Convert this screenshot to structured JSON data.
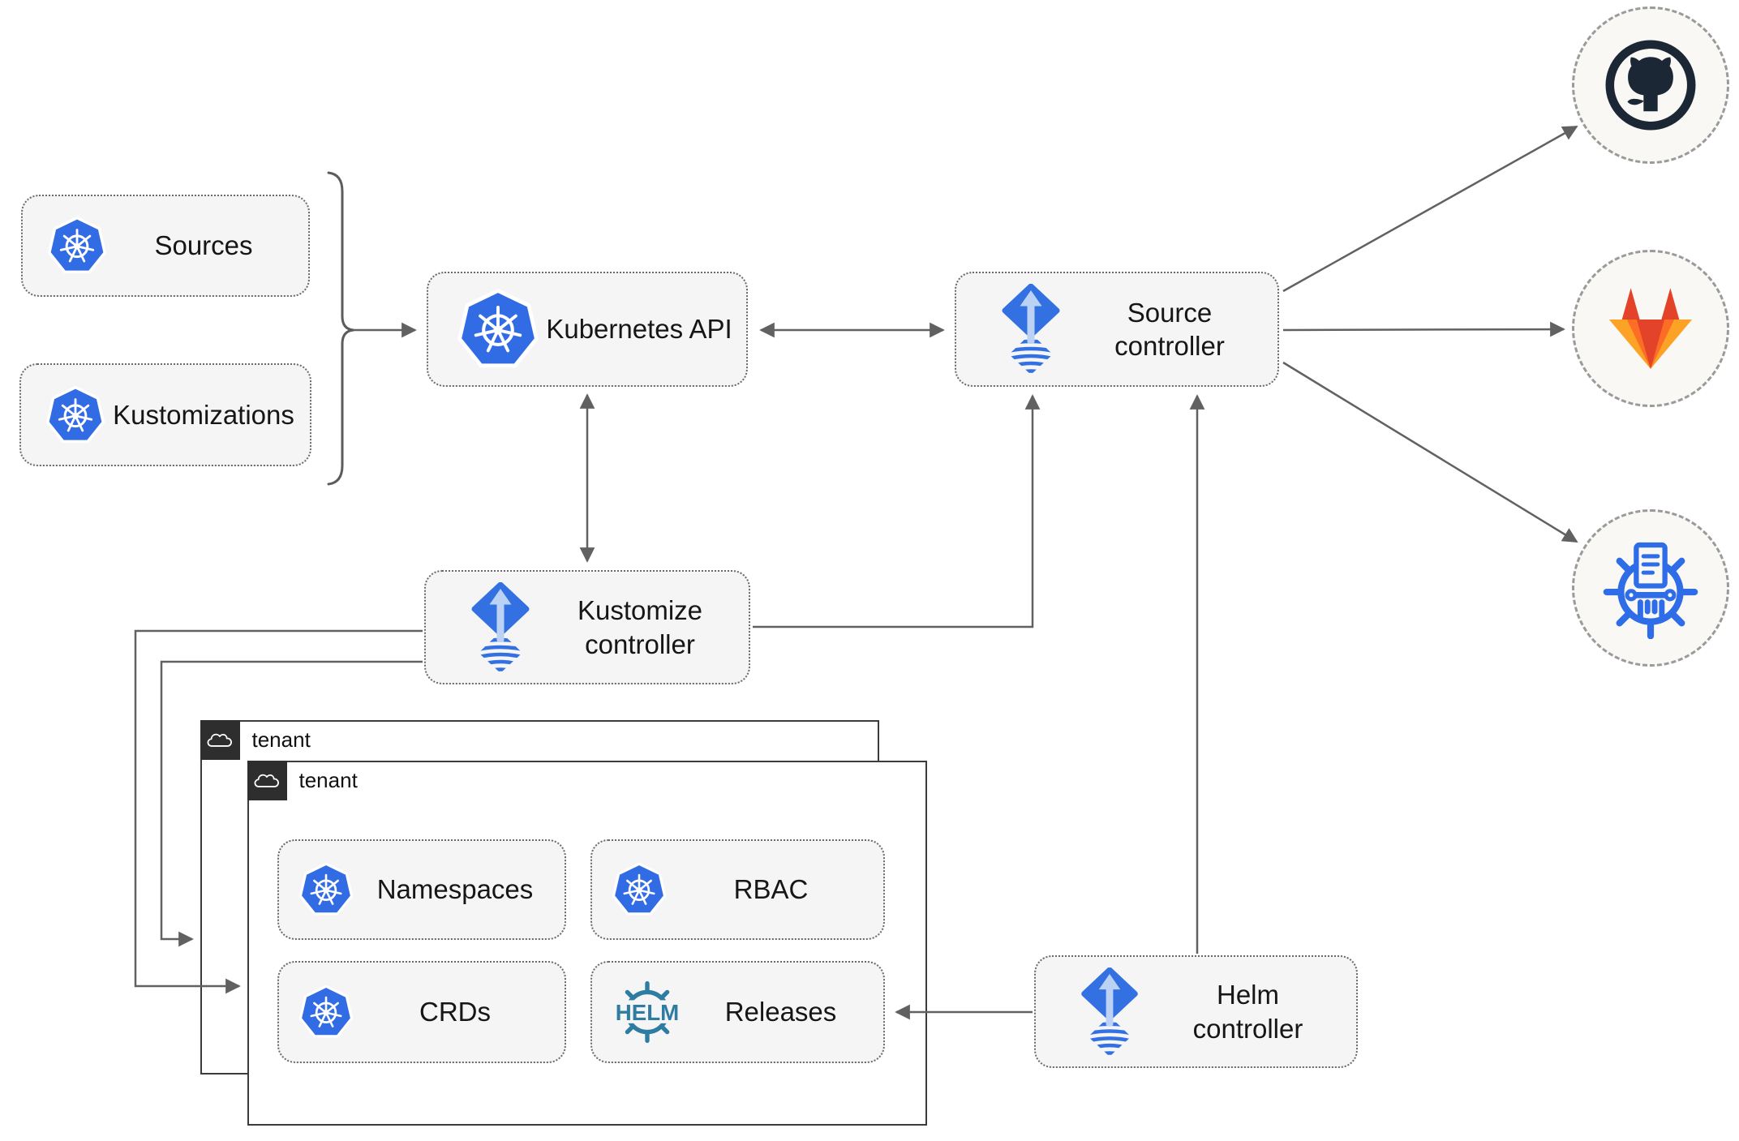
{
  "nodes": {
    "sources": {
      "label": "Sources",
      "icon": "kubernetes-icon"
    },
    "kustomizations": {
      "label": "Kustomizations",
      "icon": "kubernetes-icon"
    },
    "kubernetes_api": {
      "label": "Kubernetes API",
      "icon": "kubernetes-icon"
    },
    "source_controller": {
      "label": "Source\ncontroller",
      "icon": "flux-icon"
    },
    "kustomize_controller": {
      "label": "Kustomize\ncontroller",
      "icon": "flux-icon"
    },
    "helm_controller": {
      "label": "Helm\ncontroller",
      "icon": "flux-icon"
    },
    "namespaces": {
      "label": "Namespaces",
      "icon": "kubernetes-icon"
    },
    "rbac": {
      "label": "RBAC",
      "icon": "kubernetes-icon"
    },
    "crds": {
      "label": "CRDs",
      "icon": "kubernetes-icon"
    },
    "releases": {
      "label": "Releases",
      "icon": "helm-icon"
    }
  },
  "tenants": {
    "back": {
      "label": "tenant",
      "icon": "cloud-icon"
    },
    "front": {
      "label": "tenant",
      "icon": "cloud-icon"
    }
  },
  "helm_logo": {
    "text": "HELM"
  },
  "endpoints": [
    {
      "name": "github",
      "icon": "github-icon"
    },
    {
      "name": "gitlab",
      "icon": "gitlab-icon"
    },
    {
      "name": "kustomize",
      "icon": "kustomize-icon"
    }
  ],
  "colors": {
    "kubernetes_blue": "#326ce5",
    "flux_blue": "#3371e3",
    "flux_arrow_light": "#bcd2f5",
    "helm_teal": "#2f7ca3",
    "github_dark": "#1b2734",
    "gitlab_red": "#e24329",
    "gitlab_orange": "#fc6d26",
    "gitlab_yellow": "#fca326",
    "kustomize_blue": "#2f6de8",
    "wire_gray": "#616161",
    "node_fill": "#f5f5f5",
    "tenant_tab_dark": "#2e2e2e"
  }
}
